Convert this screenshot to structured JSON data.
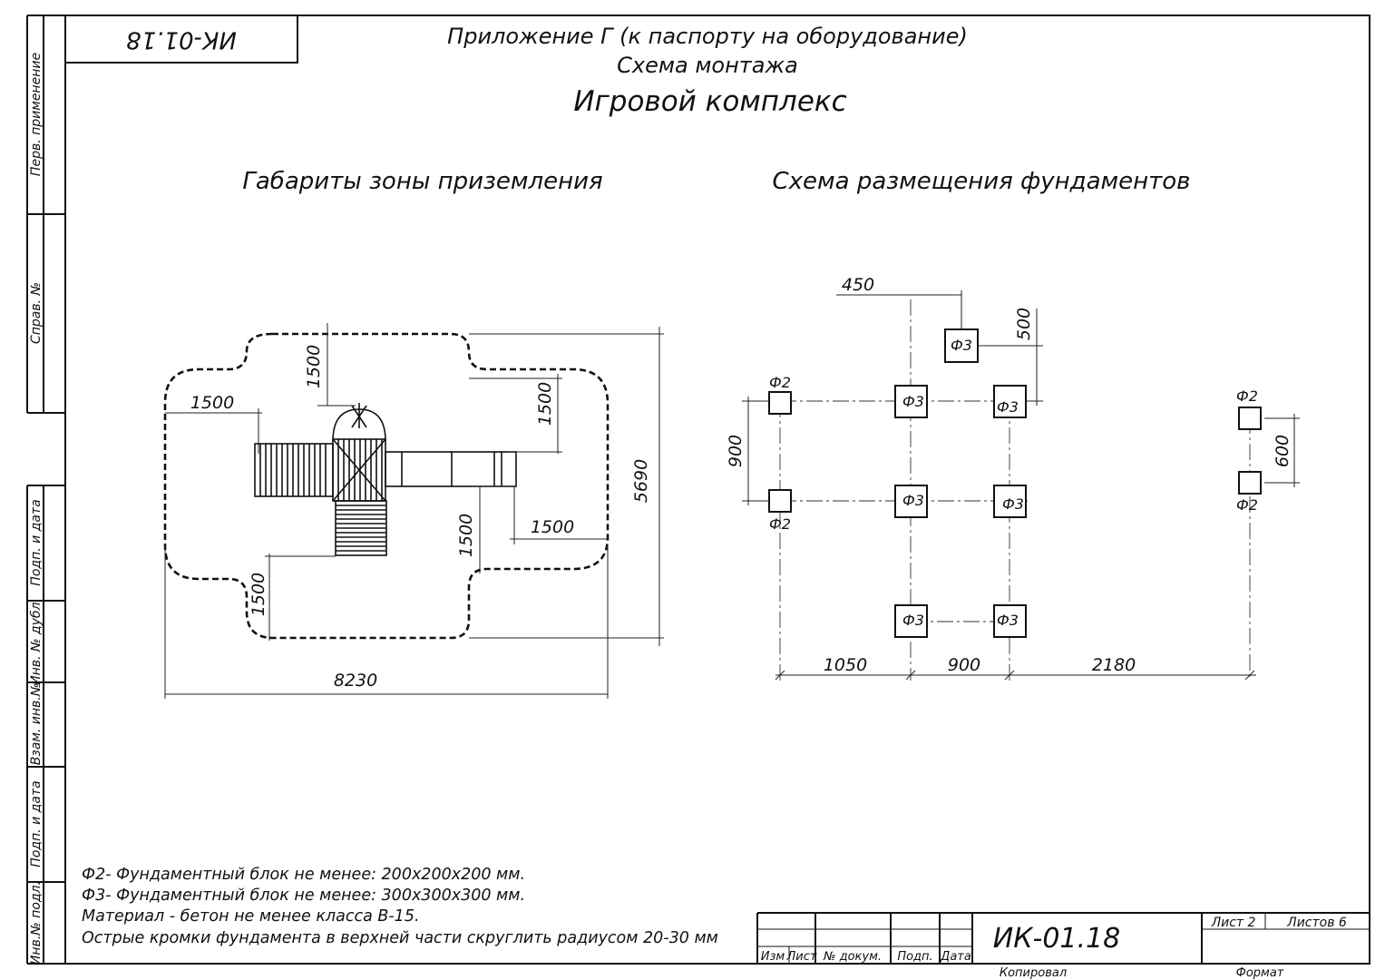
{
  "sheet": {
    "code_stamp": "ИК-01.18",
    "header_line1": "Приложение Г (к паспорту на оборудование)",
    "header_line2": "Схема монтажа",
    "title": "Игровой комплекс"
  },
  "left_strip": {
    "perv_primenenie": "Перв. применение",
    "sprav_no": "Справ. №",
    "podp_i_data_1": "Подп. и дата",
    "inv_no_dubl": "Инв. № дубл.",
    "vzam_inv_no": "Взам. инв.№",
    "podp_i_data_2": "Подп. и дата",
    "inv_no_podl": "Инв.№ подл."
  },
  "landing_zone": {
    "title": "Габариты зоны приземления",
    "dim_total_width": "8230",
    "dim_total_height": "5690",
    "dim_left": "1500",
    "dim_top": "1500",
    "dim_right_top": "1500",
    "dim_right_bottom_v": "1500",
    "dim_right_bottom_h": "1500",
    "dim_bottom_left": "1500"
  },
  "foundation_plan": {
    "title": "Схема размещения фундаментов",
    "f2_label": "Ф2",
    "f3_label": "Ф3",
    "dim_450": "450",
    "dim_500": "500",
    "dim_900_v": "900",
    "dim_600": "600",
    "dim_1050": "1050",
    "dim_900_h": "900",
    "dim_2180": "2180"
  },
  "notes": [
    "Ф2- Фундаментный блок не менее: 200х200х200 мм.",
    "Ф3- Фундаментный блок не менее: 300х300х300 мм.",
    "Материал - бетон не менее класса В-15.",
    "Острые кромки фундамента в верхней части скруглить радиусом 20-30 мм"
  ],
  "title_block": {
    "code": "ИК-01.18",
    "sheet": "Лист 2",
    "sheets": "Листов 6",
    "izm": "Изм",
    "list": "Лист",
    "no_dokum": "№ докум.",
    "podp": "Подп.",
    "data": "Дата",
    "kopiroval": "Копировал",
    "format": "Формат"
  }
}
